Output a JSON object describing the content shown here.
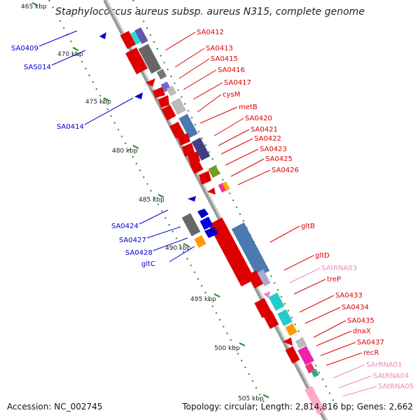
{
  "title": "Staphylococcus aureus subsp. aureus N315, complete genome",
  "footer": {
    "accession": "Accession: NC_002745",
    "topology": "Topology: circular; Length: 2,814,816 bp; Genes: 2,662"
  },
  "colors": {
    "forward": "#dd0000",
    "reverse": "#0000cc",
    "rna": "#ee88bb",
    "tick": "#228822",
    "backbone": "#999999"
  },
  "scale_labels": [
    "465 kbp",
    "470 kbp",
    "475 kbp",
    "480 kbp",
    "485 kbp",
    "490 kbp",
    "495 kbp",
    "500 kbp",
    "505 kbp"
  ],
  "right_labels": [
    {
      "text": "SA0412",
      "type": "forward"
    },
    {
      "text": "SA0413",
      "type": "forward"
    },
    {
      "text": "SA0415",
      "type": "forward"
    },
    {
      "text": "SA0416",
      "type": "forward"
    },
    {
      "text": "SA0417",
      "type": "forward"
    },
    {
      "text": "cysM",
      "type": "forward"
    },
    {
      "text": "metB",
      "type": "forward"
    },
    {
      "text": "SA0420",
      "type": "forward"
    },
    {
      "text": "SA0421",
      "type": "forward"
    },
    {
      "text": "SA0422",
      "type": "forward"
    },
    {
      "text": "SA0423",
      "type": "forward"
    },
    {
      "text": "SA0425",
      "type": "forward"
    },
    {
      "text": "SA0426",
      "type": "forward"
    },
    {
      "text": "gltB",
      "type": "forward"
    },
    {
      "text": "gltD",
      "type": "forward"
    },
    {
      "text": "SAtRNA03",
      "type": "rna"
    },
    {
      "text": "treP",
      "type": "forward"
    },
    {
      "text": "SA0433",
      "type": "forward"
    },
    {
      "text": "SA0434",
      "type": "forward"
    },
    {
      "text": "SA0435",
      "type": "forward"
    },
    {
      "text": "dnaX",
      "type": "forward"
    },
    {
      "text": "SA0437",
      "type": "forward"
    },
    {
      "text": "recR",
      "type": "forward"
    },
    {
      "text": "SArRNA01",
      "type": "rna"
    },
    {
      "text": "SAtRNA04",
      "type": "rna"
    },
    {
      "text": "SAtRNA05",
      "type": "rna"
    }
  ],
  "left_labels": [
    {
      "text": "SA0409",
      "type": "reverse"
    },
    {
      "text": "SAS014",
      "type": "reverse"
    },
    {
      "text": "SA0414",
      "type": "reverse"
    },
    {
      "text": "SA0424",
      "type": "reverse"
    },
    {
      "text": "SA0427",
      "type": "reverse"
    },
    {
      "text": "SA0428",
      "type": "reverse"
    },
    {
      "text": "gltC",
      "type": "reverse"
    }
  ]
}
